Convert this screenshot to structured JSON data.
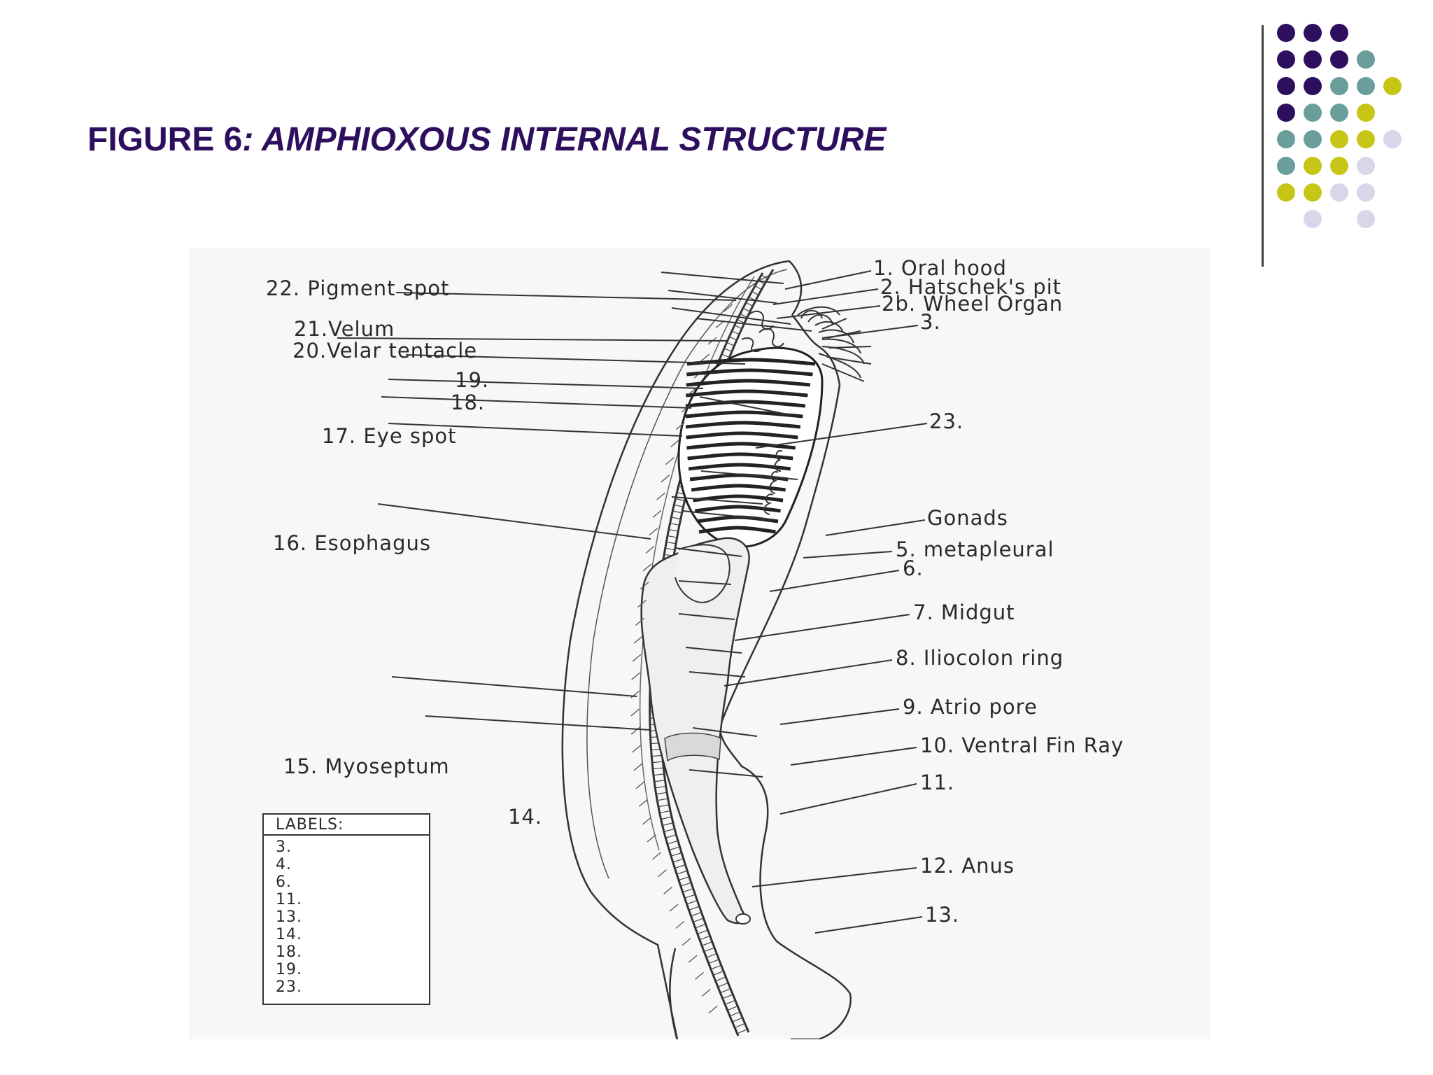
{
  "slide": {
    "title_prefix": "FIGURE 6",
    "title_main": ": AMPHIOXOUS INTERNAL STRUCTURE"
  },
  "decor": {
    "colors": {
      "purple": "#2e0f5e",
      "teal": "#6a9e9b",
      "yellow": "#c7c616",
      "lavender": "#d9d6ea"
    },
    "dot_rows": [
      [
        "purple",
        "purple",
        "purple"
      ],
      [
        "purple",
        "purple",
        "purple",
        "teal"
      ],
      [
        "purple",
        "purple",
        "teal",
        "teal",
        "yellow"
      ],
      [
        "purple",
        "teal",
        "teal",
        "yellow"
      ],
      [
        "teal",
        "teal",
        "yellow",
        "yellow",
        "lavender"
      ],
      [
        "teal",
        "yellow",
        "yellow",
        "lavender"
      ],
      [
        "yellow",
        "yellow",
        "lavender",
        "lavender"
      ],
      [
        "",
        "lavender",
        "",
        "lavender"
      ]
    ]
  },
  "diagram": {
    "labels": {
      "l22": "22. Pigment spot",
      "l21": "21.Velum",
      "l20": "20.Velar tentacle",
      "l19": "19.",
      "l18": "18.",
      "l17": "17. Eye spot",
      "l16": "16. Esophagus",
      "l15": "15. Myoseptum",
      "l14": "14.",
      "l1": "1. Oral hood",
      "l2": "2. Hatschek's pit",
      "l2b": "2b. Wheel Organ",
      "l3": "3.",
      "l23": "23.",
      "lgonads": "Gonads",
      "l5": "5. metapleural",
      "l6": "6.",
      "l7": "7. Midgut",
      "l8": "8. Iliocolon ring",
      "l9": "9. Atrio pore",
      "l10": "10. Ventral Fin Ray",
      "l11": "11.",
      "l12": "12. Anus",
      "l13": "13."
    },
    "labels_box": {
      "heading": "LABELS:",
      "items": [
        "3.",
        "4.",
        "6.",
        "11.",
        "13.",
        "14.",
        "18.",
        "19.",
        "23."
      ]
    }
  }
}
